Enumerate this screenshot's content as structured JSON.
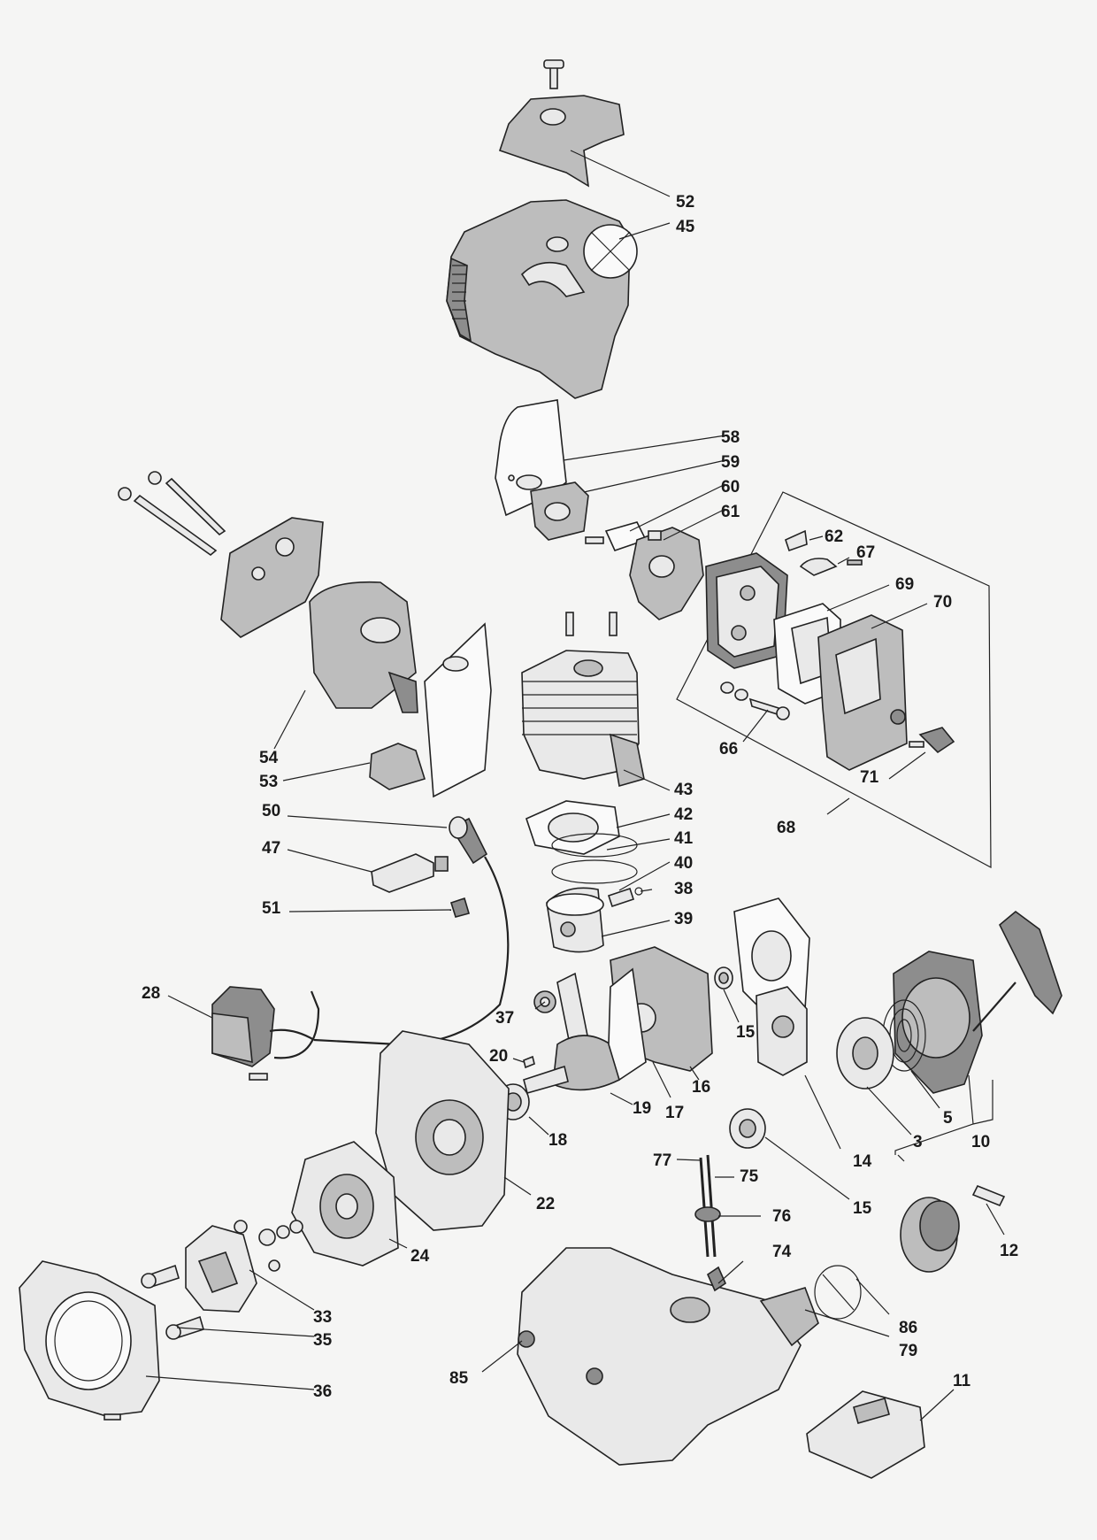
{
  "diagram": {
    "callouts": [
      {
        "id": "52",
        "text": "52"
      },
      {
        "id": "45",
        "text": "45"
      },
      {
        "id": "58",
        "text": "58"
      },
      {
        "id": "59",
        "text": "59"
      },
      {
        "id": "60",
        "text": "60"
      },
      {
        "id": "61",
        "text": "61"
      },
      {
        "id": "62",
        "text": "62"
      },
      {
        "id": "67",
        "text": "67"
      },
      {
        "id": "69",
        "text": "69"
      },
      {
        "id": "70",
        "text": "70"
      },
      {
        "id": "54",
        "text": "54"
      },
      {
        "id": "53",
        "text": "53"
      },
      {
        "id": "66",
        "text": "66"
      },
      {
        "id": "43",
        "text": "43"
      },
      {
        "id": "71",
        "text": "71"
      },
      {
        "id": "42",
        "text": "42"
      },
      {
        "id": "68",
        "text": "68"
      },
      {
        "id": "50",
        "text": "50"
      },
      {
        "id": "41",
        "text": "41"
      },
      {
        "id": "47",
        "text": "47"
      },
      {
        "id": "40",
        "text": "40"
      },
      {
        "id": "38",
        "text": "38"
      },
      {
        "id": "51",
        "text": "51"
      },
      {
        "id": "39",
        "text": "39"
      },
      {
        "id": "28",
        "text": "28"
      },
      {
        "id": "37",
        "text": "37"
      },
      {
        "id": "15a",
        "text": "15"
      },
      {
        "id": "16",
        "text": "16"
      },
      {
        "id": "20",
        "text": "20"
      },
      {
        "id": "19",
        "text": "19"
      },
      {
        "id": "17",
        "text": "17"
      },
      {
        "id": "5",
        "text": "5"
      },
      {
        "id": "3",
        "text": "3"
      },
      {
        "id": "10",
        "text": "10"
      },
      {
        "id": "18",
        "text": "18"
      },
      {
        "id": "14",
        "text": "14"
      },
      {
        "id": "77",
        "text": "77"
      },
      {
        "id": "75",
        "text": "75"
      },
      {
        "id": "22",
        "text": "22"
      },
      {
        "id": "15b",
        "text": "15"
      },
      {
        "id": "76",
        "text": "76"
      },
      {
        "id": "12",
        "text": "12"
      },
      {
        "id": "24",
        "text": "24"
      },
      {
        "id": "74",
        "text": "74"
      },
      {
        "id": "33",
        "text": "33"
      },
      {
        "id": "86",
        "text": "86"
      },
      {
        "id": "35",
        "text": "35"
      },
      {
        "id": "79",
        "text": "79"
      },
      {
        "id": "85",
        "text": "85"
      },
      {
        "id": "11",
        "text": "11"
      },
      {
        "id": "36",
        "text": "36"
      }
    ]
  }
}
